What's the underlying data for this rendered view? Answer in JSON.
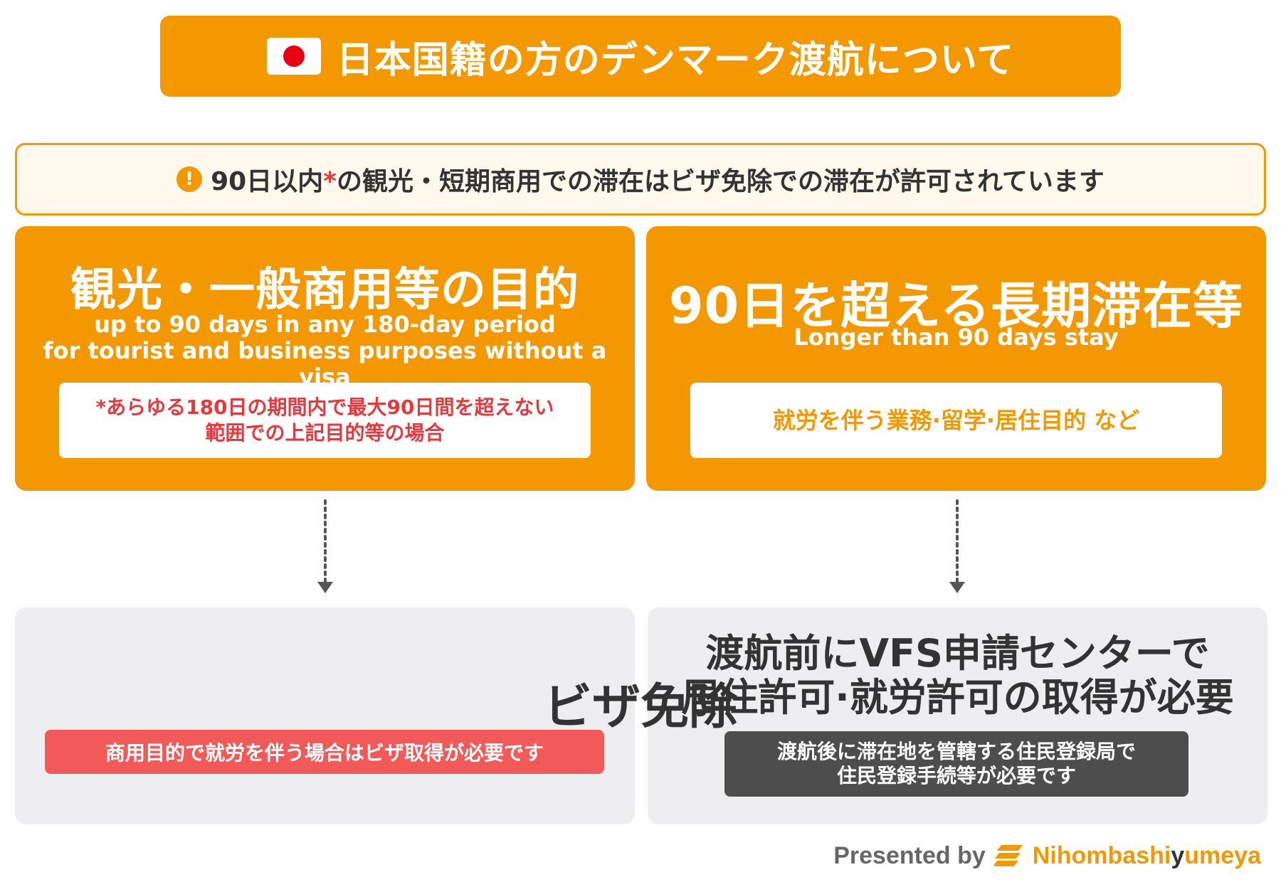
{
  "header": {
    "title": "日本国籍の方のデンマーク渡航について"
  },
  "notice": {
    "text_before": "90日以内",
    "star": "*",
    "text_after": "の観光・短期商用での滞在はビザ免除での滞在が許可されています"
  },
  "panels": {
    "left": {
      "heading": "観光・一般商用等の目的",
      "subtitle_1": "up to 90 days in any 180-day period",
      "subtitle_2": "for tourist and business purposes without a visa",
      "note_1": "*あらゆる180日の期間内で最大90日間を超えない",
      "note_2": "範囲での上記目的等の場合"
    },
    "right": {
      "heading": "90日を超える長期滞在等",
      "subtitle": "Longer than 90 days stay",
      "note": "就労を伴う業務·留学·居住目的 など"
    }
  },
  "results": {
    "left": {
      "title": "ビザ免除",
      "badge": "商用目的で就労を伴う場合はビザ取得が必要です"
    },
    "right": {
      "title_1": "渡航前にVFS申請センターで",
      "title_2": "居住許可·就労許可の取得が必要",
      "badge_1": "渡航後に滞在地を管轄する住民登録局で",
      "badge_2": "住民登録手続等が必要です"
    }
  },
  "footer": {
    "presented_by": "Presented by",
    "brand_main": "Nihombashi",
    "brand_accent": "y",
    "brand_tail": "umeya"
  },
  "colors": {
    "accent_orange": "#F39800",
    "alert_red": "#E8383D",
    "badge_red": "#F25A5A",
    "badge_dark": "#4D4D4D",
    "panel_grey": "#EEEEF0"
  },
  "icons": {
    "flag": "japan-flag-icon",
    "warning": "exclamation-icon",
    "arrow": "dotted-arrow-down-icon",
    "brand": "brand-logo-icon"
  }
}
